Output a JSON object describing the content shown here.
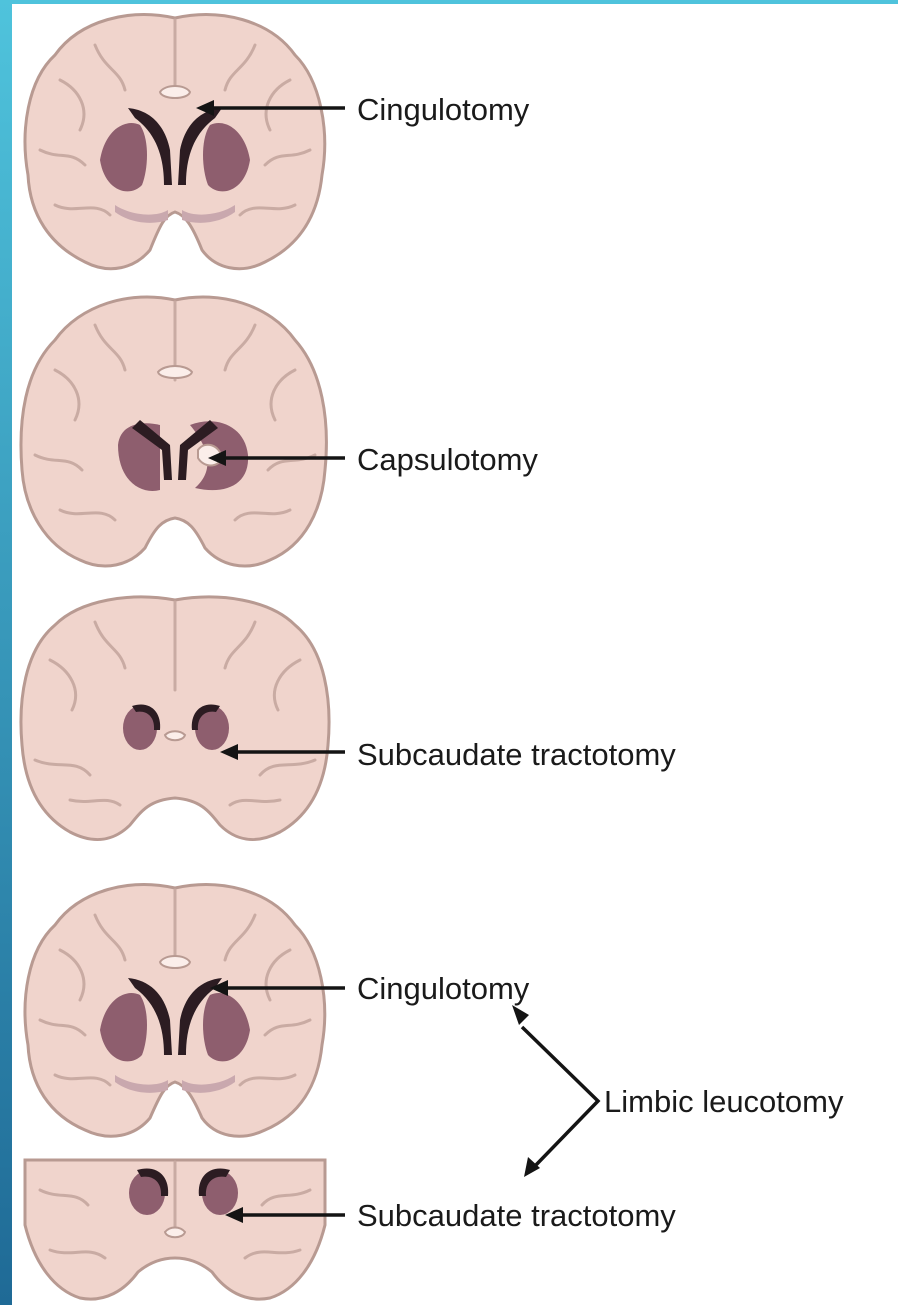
{
  "colors": {
    "band_top": "#4fc3dc",
    "band_bottom": "#1f6a96",
    "tissue": "#f0d4cc",
    "deep_structure": "#8e5e6e",
    "lesion": "#2c1c22",
    "text": "#1a1a1a"
  },
  "labels": {
    "cingulotomy_1": "Cingulotomy",
    "capsulotomy": "Capsulotomy",
    "subcaudate_1": "Subcaudate tractotomy",
    "cingulotomy_2": "Cingulotomy",
    "limbic_leucotomy": "Limbic leucotomy",
    "subcaudate_2": "Subcaudate tractotomy"
  }
}
